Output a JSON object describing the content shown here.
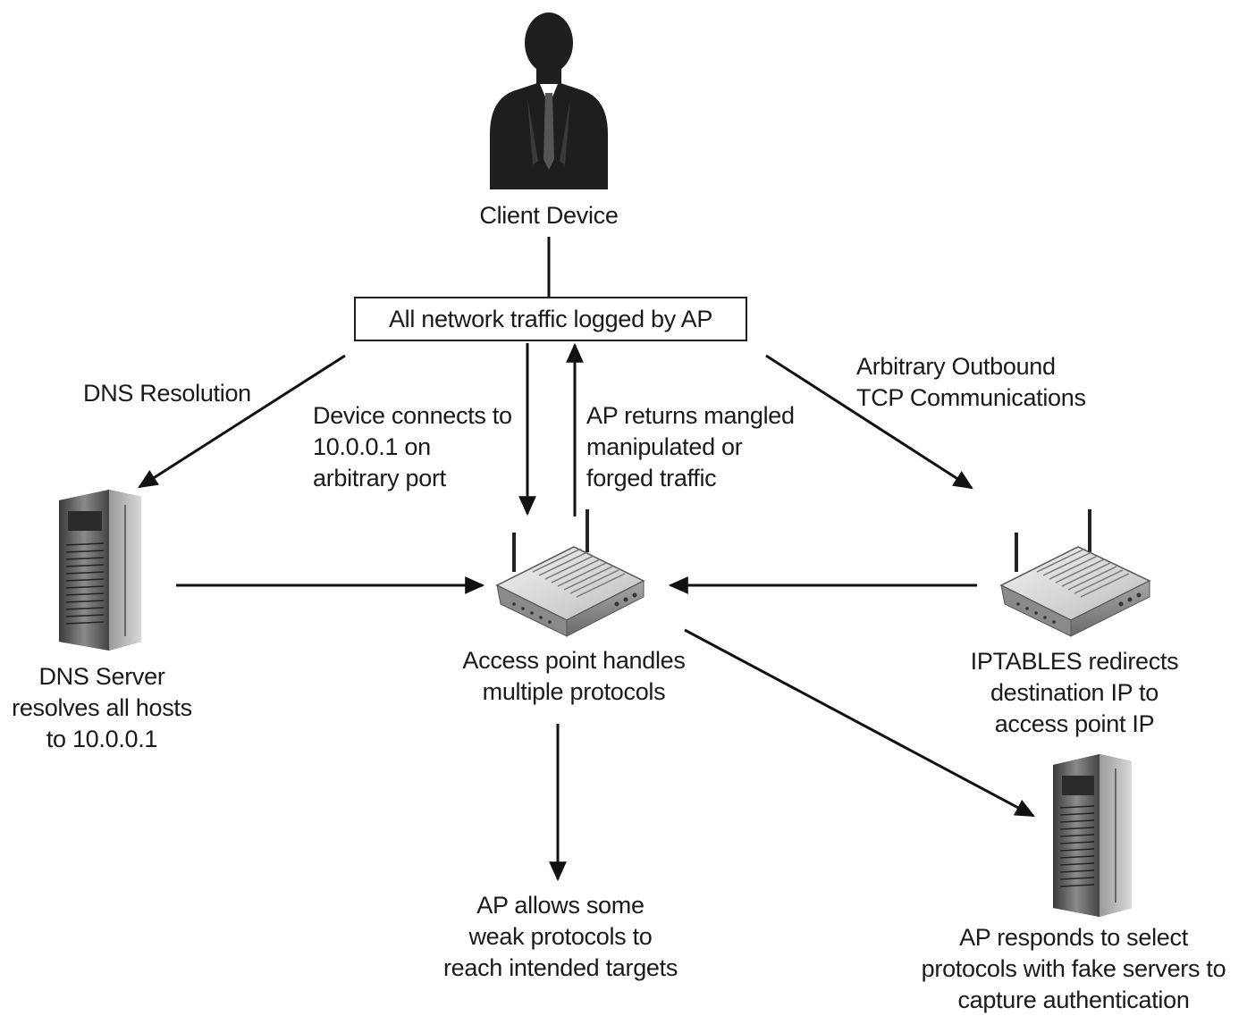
{
  "diagram": {
    "client": {
      "label": "Client Device"
    },
    "log_box": {
      "label": "All network traffic logged by AP"
    },
    "dns_edge": {
      "label": "DNS Resolution"
    },
    "device_connects": {
      "lines": [
        "Device connects to",
        "10.0.0.1 on",
        "arbitrary port"
      ]
    },
    "ap_returns": {
      "lines": [
        "AP returns mangled",
        "manipulated or",
        "forged traffic"
      ]
    },
    "outbound_edge": {
      "lines": [
        "Arbitrary Outbound",
        "TCP Communications"
      ]
    },
    "dns_server": {
      "lines": [
        "DNS Server",
        "resolves all hosts",
        "to 10.0.0.1"
      ]
    },
    "access_point": {
      "lines": [
        "Access point handles",
        "multiple protocols"
      ]
    },
    "iptables": {
      "lines": [
        "IPTABLES redirects",
        "destination IP to",
        "access point IP"
      ]
    },
    "weak_protocols": {
      "lines": [
        "AP allows some",
        "weak protocols to",
        "reach intended targets"
      ]
    },
    "fake_servers": {
      "lines": [
        "AP responds to select",
        "protocols with fake servers to",
        "capture authentication"
      ]
    }
  }
}
